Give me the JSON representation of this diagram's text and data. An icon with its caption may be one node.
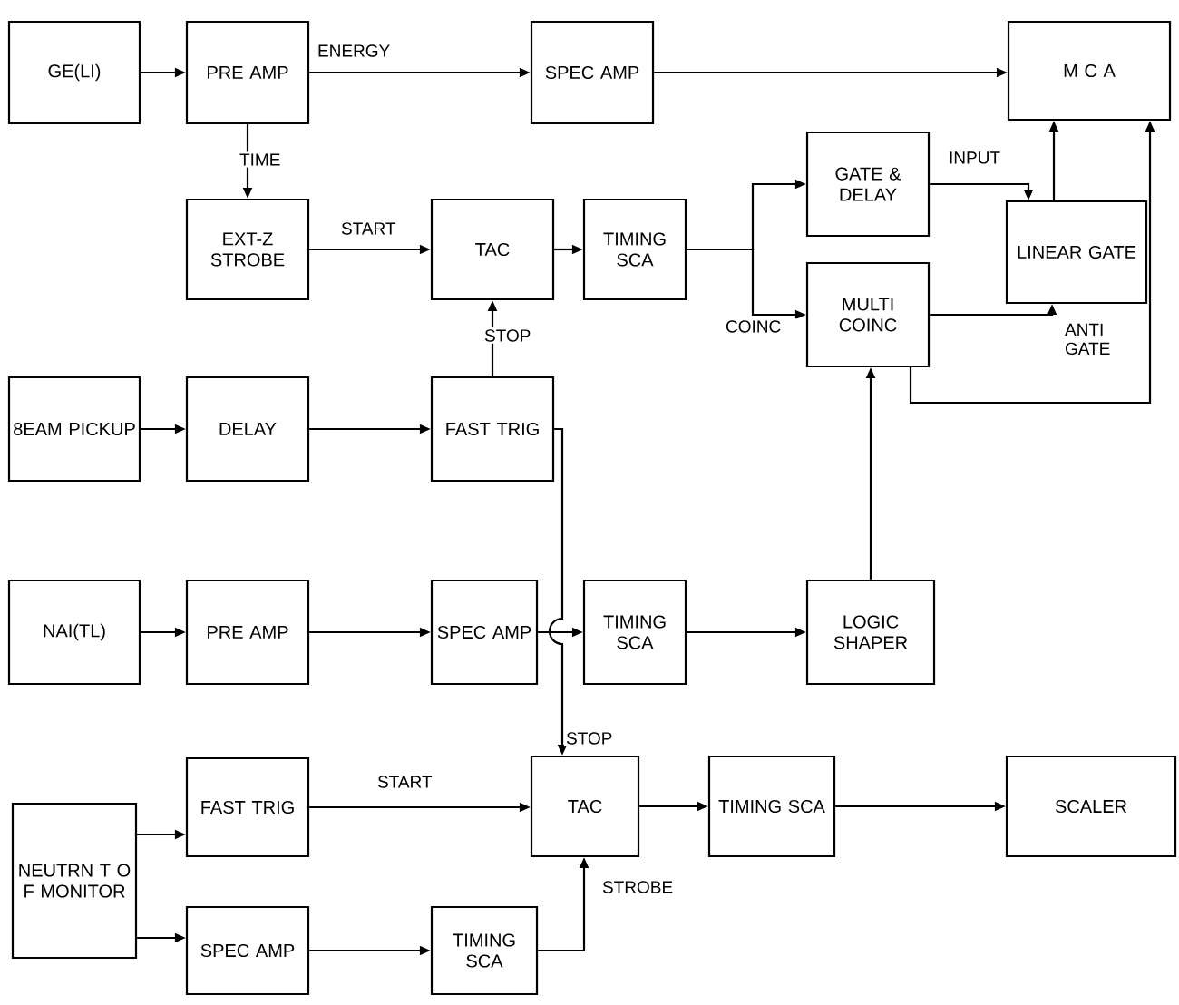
{
  "diagram": {
    "nodes": [
      {
        "text": [
          "GE(LI)"
        ]
      },
      {
        "text": [
          "PRE AMP"
        ]
      },
      {
        "text": [
          "SPEC AMP"
        ]
      },
      {
        "text": [
          "M C A"
        ]
      },
      {
        "text": [
          "EXT-Z STROBE"
        ]
      },
      {
        "text": [
          "TAC"
        ]
      },
      {
        "text": [
          "TIMING SCA"
        ]
      },
      {
        "text": [
          "GATE & DELAY"
        ]
      },
      {
        "text": [
          "LINEAR GATE"
        ]
      },
      {
        "text": [
          "MULTI COINC"
        ]
      },
      {
        "text": [
          "8EAM PICKUP"
        ]
      },
      {
        "text": [
          "DELAY"
        ]
      },
      {
        "text": [
          "FAST TRIG"
        ]
      },
      {
        "text": [
          "NAI(TL)"
        ]
      },
      {
        "text": [
          "PRE AMP"
        ]
      },
      {
        "text": [
          "SPEC AMP"
        ]
      },
      {
        "text": [
          "TIMING SCA"
        ]
      },
      {
        "text": [
          "LOGIC SHAPER"
        ]
      },
      {
        "text": [
          "TAC"
        ]
      },
      {
        "text": [
          "TIMING SCA"
        ]
      },
      {
        "text": [
          "SCALER"
        ]
      },
      {
        "text": [
          "NEUTRN T O F MONITOR"
        ]
      },
      {
        "text": [
          "FAST TRIG"
        ]
      },
      {
        "text": [
          "SPEC AMP"
        ]
      },
      {
        "text": [
          "TIMING SCA"
        ]
      }
    ],
    "edges": [
      {
        "from": 0,
        "to": 1,
        "arrow": "to"
      },
      {
        "from": 1,
        "to": 2,
        "arrow": "to",
        "label": "ENERGY"
      },
      {
        "from": 2,
        "to": 3,
        "arrow": "to"
      },
      {
        "from": 1,
        "to": 4,
        "arrow": "to",
        "label": "TIME"
      },
      {
        "from": 4,
        "to": 5,
        "arrow": "to",
        "label": "START"
      },
      {
        "from": 5,
        "to": 6,
        "arrow": "to"
      },
      {
        "from": 6,
        "to": 7,
        "arrow": "to"
      },
      {
        "from": 6,
        "to": 9,
        "arrow": "to",
        "label": "COINC"
      },
      {
        "from": 7,
        "to": 8,
        "arrow": "to",
        "label": "INPUT"
      },
      {
        "from": 8,
        "to": 3,
        "arrow": "to"
      },
      {
        "from": 9,
        "to": 8,
        "arrow": "to",
        "label": "ANTI GATE"
      },
      {
        "from": 9,
        "to": 3,
        "arrow": "to"
      },
      {
        "from": 12,
        "to": 5,
        "arrow": "to",
        "label": "STOP"
      },
      {
        "from": 10,
        "to": 11,
        "arrow": "to"
      },
      {
        "from": 11,
        "to": 12,
        "arrow": "to"
      },
      {
        "from": 12,
        "to": 18,
        "arrow": "to",
        "label": "STOP"
      },
      {
        "from": 13,
        "to": 14,
        "arrow": "to"
      },
      {
        "from": 14,
        "to": 15,
        "arrow": "to"
      },
      {
        "from": 15,
        "to": 16,
        "arrow": "to"
      },
      {
        "from": 16,
        "to": 17,
        "arrow": "to"
      },
      {
        "from": 17,
        "to": 9,
        "arrow": "to"
      },
      {
        "from": 18,
        "to": 19,
        "arrow": "to"
      },
      {
        "from": 19,
        "to": 20,
        "arrow": "to"
      },
      {
        "from": 21,
        "to": 22,
        "arrow": "to"
      },
      {
        "from": 21,
        "to": 23,
        "arrow": "to"
      },
      {
        "from": 22,
        "to": 18,
        "arrow": "to",
        "label": "START"
      },
      {
        "from": 23,
        "to": 24,
        "arrow": "to"
      },
      {
        "from": 24,
        "to": 18,
        "arrow": "to",
        "label": "STROBE"
      }
    ]
  }
}
